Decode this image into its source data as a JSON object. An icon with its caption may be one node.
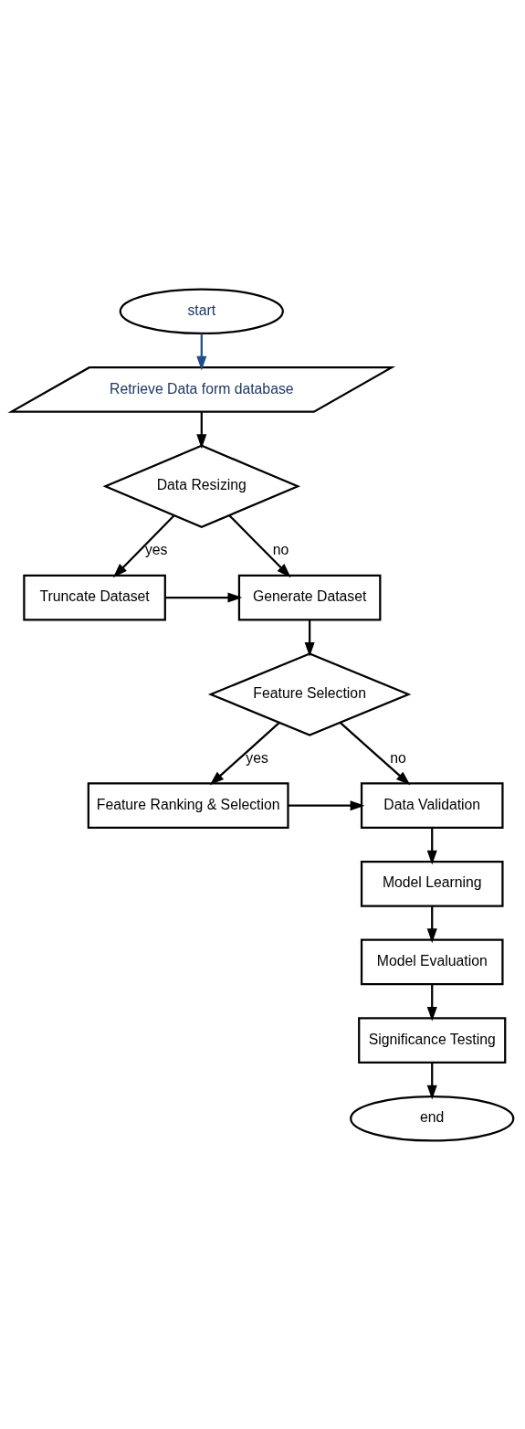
{
  "diagram": {
    "nodes": [
      {
        "text": [
          "start"
        ]
      },
      {
        "text": [
          "Retrieve Data form database"
        ]
      },
      {
        "text": [
          "Data Resizing"
        ]
      },
      {
        "text": [
          "Truncate Dataset"
        ]
      },
      {
        "text": [
          "Generate Dataset"
        ]
      },
      {
        "text": [
          "Feature Selection"
        ]
      },
      {
        "text": [
          "Feature Ranking & Selection"
        ]
      },
      {
        "text": [
          "Data Validation"
        ]
      },
      {
        "text": [
          "Model Learning"
        ]
      },
      {
        "text": [
          "Model Evaluation"
        ]
      },
      {
        "text": [
          "Significance Testing"
        ]
      },
      {
        "text": [
          "end"
        ]
      }
    ],
    "edges": [
      {
        "from": 0,
        "to": 1,
        "arrow": "to",
        "color": "#1f4e8c"
      },
      {
        "from": 1,
        "to": 2,
        "arrow": "to"
      },
      {
        "from": 2,
        "to": 3,
        "arrow": "to",
        "label": "yes"
      },
      {
        "from": 2,
        "to": 4,
        "arrow": "to",
        "label": "no"
      },
      {
        "from": 3,
        "to": 4,
        "arrow": "to"
      },
      {
        "from": 4,
        "to": 5,
        "arrow": "to"
      },
      {
        "from": 5,
        "to": 6,
        "arrow": "to",
        "label": "yes"
      },
      {
        "from": 5,
        "to": 7,
        "arrow": "to",
        "label": "no"
      },
      {
        "from": 6,
        "to": 7,
        "arrow": "to"
      },
      {
        "from": 7,
        "to": 8,
        "arrow": "to"
      },
      {
        "from": 8,
        "to": 9,
        "arrow": "to"
      },
      {
        "from": 9,
        "to": 10,
        "arrow": "to"
      },
      {
        "from": 10,
        "to": 11,
        "arrow": "to"
      }
    ]
  }
}
